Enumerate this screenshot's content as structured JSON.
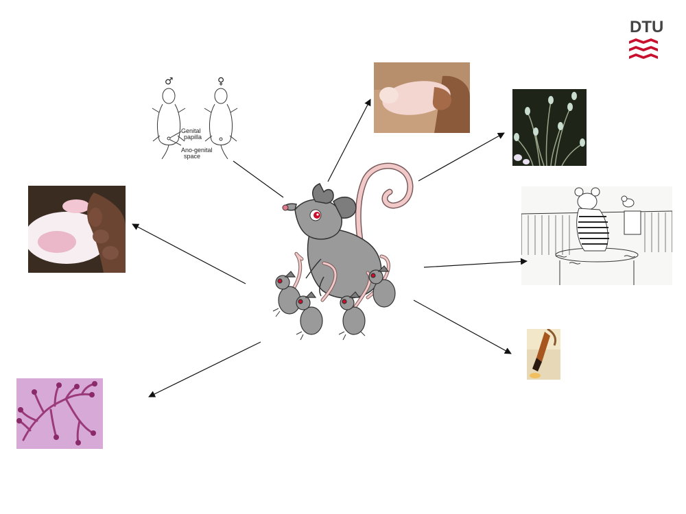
{
  "logo": {
    "text": "DTU",
    "color": "#c8102e"
  },
  "sketch": {
    "male_symbol": "♂",
    "female_symbol": "♀",
    "label_papilla_1": "Genital",
    "label_papilla_2": "papilla",
    "label_space_1": "Ano-genital",
    "label_space_2": "space"
  },
  "colors": {
    "mouse_body": "#9a9a9a",
    "tail": "#f2c9c9",
    "eye": "#c8102e",
    "arrow": "#111111"
  }
}
